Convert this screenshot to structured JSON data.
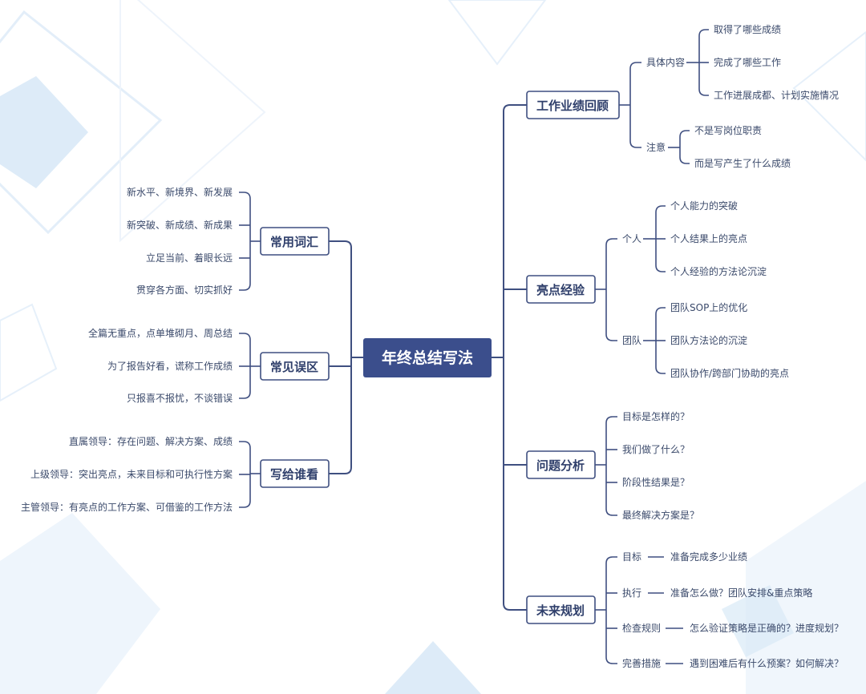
{
  "root": {
    "label": "年终总结写法"
  },
  "right": [
    {
      "label": "工作业绩回顾",
      "groups": [
        {
          "label": "具体内容",
          "items": [
            "取得了哪些成绩",
            "完成了哪些工作",
            "工作进展成都、计划实施情况"
          ]
        },
        {
          "label": "注意",
          "items": [
            "不是写岗位职责",
            "而是写产生了什么成绩"
          ]
        }
      ]
    },
    {
      "label": "亮点经验",
      "groups": [
        {
          "label": "个人",
          "items": [
            "个人能力的突破",
            "个人结果上的亮点",
            "个人经验的方法论沉淀"
          ]
        },
        {
          "label": "团队",
          "items": [
            "团队SOP上的优化",
            "团队方法论的沉淀",
            "团队协作/跨部门协助的亮点"
          ]
        }
      ]
    },
    {
      "label": "问题分析",
      "items": [
        "目标是怎样的？",
        "我们做了什么？",
        "阶段性结果是？",
        "最终解决方案是？"
      ]
    },
    {
      "label": "未来规划",
      "pairs": [
        {
          "label": "目标",
          "detail": "准备完成多少业绩"
        },
        {
          "label": "执行",
          "detail": "准备怎么做？团队安排&重点策略"
        },
        {
          "label": "检查规则",
          "detail": "怎么验证策略是正确的？进度规划？"
        },
        {
          "label": "完善措施",
          "detail": "遇到困难后有什么预案？如何解决？"
        }
      ]
    }
  ],
  "left": [
    {
      "label": "常用词汇",
      "items": [
        "新水平、新境界、新发展",
        "新突破、新成绩、新成果",
        "立足当前、着眼长远",
        "贯穿各方面、切实抓好"
      ]
    },
    {
      "label": "常见误区",
      "items": [
        "全篇无重点，点单堆砌月、周总结",
        "为了报告好看，谎称工作成绩",
        "只报喜不报忧，不谈错误"
      ]
    },
    {
      "label": "写给谁看",
      "items": [
        "直属领导：存在问题、解决方案、成绩",
        "上级领导：突出亮点，未来目标和可执行性方案",
        "主管领导：有亮点的工作方案、可借鉴的工作方法"
      ]
    }
  ],
  "colors": {
    "root_fill": "#3b4e8c",
    "line": "#3f4f80",
    "text": "#3b4a6b",
    "deco": "#dbeaf7"
  }
}
